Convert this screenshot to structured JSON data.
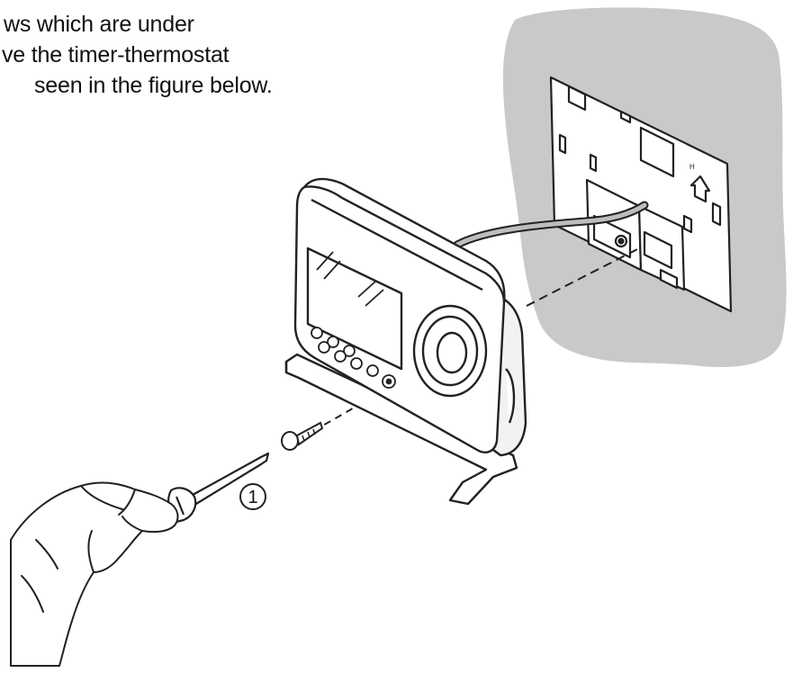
{
  "instruction": {
    "lines": [
      "ws which are under",
      "ve the timer-thermostat",
      "seen in the figure below."
    ]
  },
  "figure": {
    "callout_number": "1",
    "wall_plate_marking": "H",
    "wall_color": "#c9c9c9",
    "line_color": "#222222"
  },
  "icons": [
    "hand-icon",
    "screwdriver-icon",
    "screw-icon",
    "thermostat-icon",
    "wall-plate-icon",
    "arrow-up-icon"
  ]
}
